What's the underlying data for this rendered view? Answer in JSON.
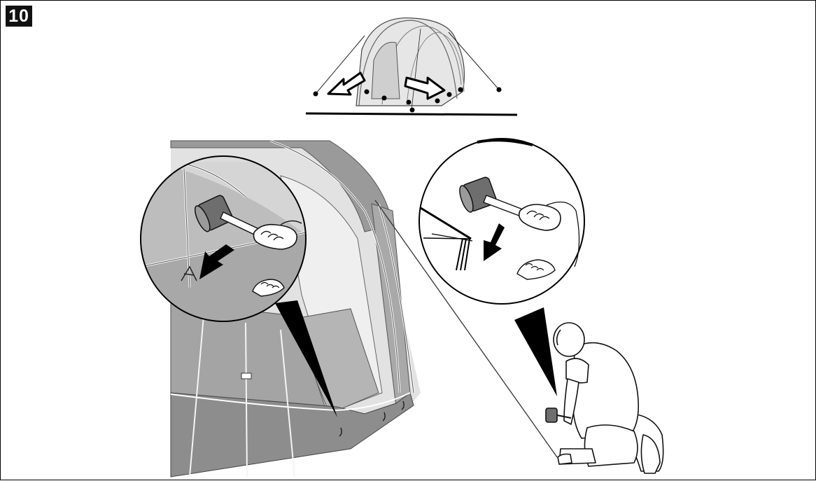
{
  "step": {
    "number": "10"
  },
  "icons": {
    "overview": "tent-overview-illustration",
    "detail": "tent-entrance-illustration",
    "zoom_left": "mallet-peg-zoom-left",
    "zoom_right": "mallet-peg-zoom-right",
    "person": "kneeling-person-with-mallet"
  },
  "colors": {
    "line": "#000000",
    "badge": "#111111",
    "fabric_dark": "#8f8f8f",
    "fabric_mid": "#a9a9a9",
    "fabric_light": "#cfcfcf",
    "fabric_pale": "#e3e3e3"
  }
}
